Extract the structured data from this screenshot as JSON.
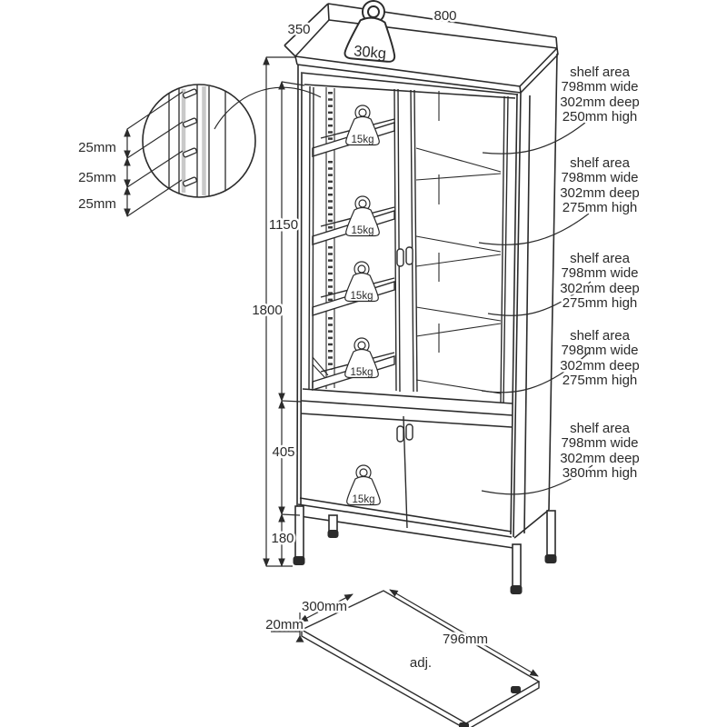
{
  "colors": {
    "line": "#2b2b2b",
    "background": "#ffffff",
    "shade": "#c9c9c9"
  },
  "top_view": {
    "width_label": "800",
    "depth_label": "350",
    "max_load_label": "30kg"
  },
  "height_dims": {
    "glass_section": "1150",
    "total": "1800",
    "cabinet_section": "405",
    "legs": "180"
  },
  "detail": {
    "pitch_labels": [
      "25mm",
      "25mm",
      "25mm"
    ]
  },
  "shelf_load_label": "15kg",
  "shelf_annotations": [
    {
      "lines": [
        "shelf area",
        "798mm wide",
        "302mm deep",
        "250mm high"
      ]
    },
    {
      "lines": [
        "shelf area",
        "798mm wide",
        "302mm deep",
        "275mm high"
      ]
    },
    {
      "lines": [
        "shelf area",
        "798mm wide",
        "302mm deep",
        "275mm high"
      ]
    },
    {
      "lines": [
        "shelf area",
        "798mm wide",
        "302mm deep",
        "275mm high"
      ]
    },
    {
      "lines": [
        "shelf area",
        "798mm wide",
        "302mm deep",
        "380mm high"
      ]
    }
  ],
  "adjustable_shelf": {
    "depth": "300mm",
    "thickness": "20mm",
    "width": "796mm",
    "note": "adj."
  }
}
